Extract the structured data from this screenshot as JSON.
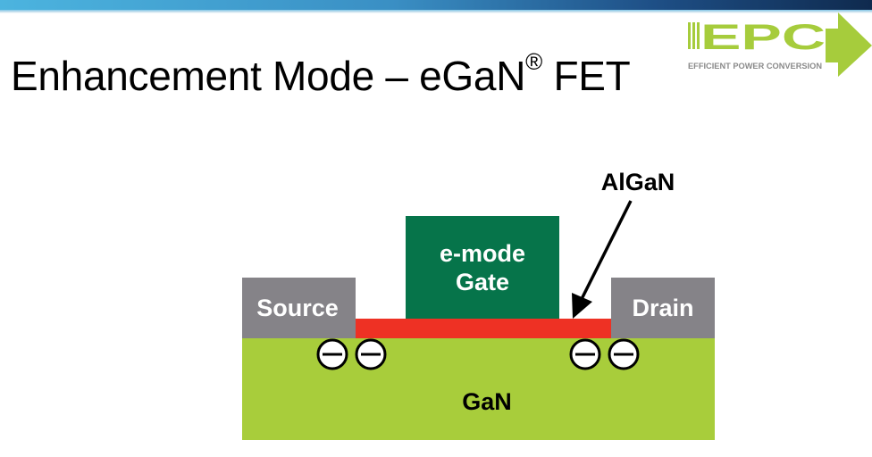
{
  "header": {
    "title_main": "Enhancement Mode – eGaN",
    "title_reg": "®",
    "title_suffix": " FET"
  },
  "logo": {
    "wordmark": "EPC",
    "tagline": "EFFICIENT POWER CONVERSION",
    "color": "#a6cc3c",
    "tagline_color": "#8a8a8a"
  },
  "diagram": {
    "layers": {
      "source": {
        "label": "Source",
        "color": "#858388"
      },
      "drain": {
        "label": "Drain",
        "color": "#858388"
      },
      "gate": {
        "label_line1": "e-mode",
        "label_line2": "Gate",
        "color": "#06744a"
      },
      "algan": {
        "label": "AlGaN",
        "color": "#ee3124"
      },
      "gan": {
        "label": "GaN",
        "color": "#a8cd3b"
      }
    },
    "electron_symbol": "⊖",
    "electron_count": 4
  }
}
